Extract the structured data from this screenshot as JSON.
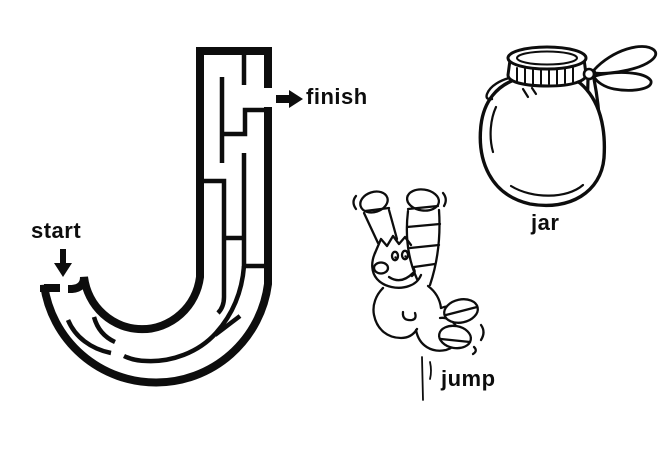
{
  "page": {
    "background": "#ffffff",
    "ink": "#0d0d0d"
  },
  "maze": {
    "letter": "J",
    "start_label": "start",
    "finish_label": "finish",
    "entry_side": "top of hook (left)",
    "exit_side": "right wall of stem (top)"
  },
  "illustrations": {
    "jar": {
      "label": "jar"
    },
    "jump": {
      "label": "jump"
    }
  }
}
